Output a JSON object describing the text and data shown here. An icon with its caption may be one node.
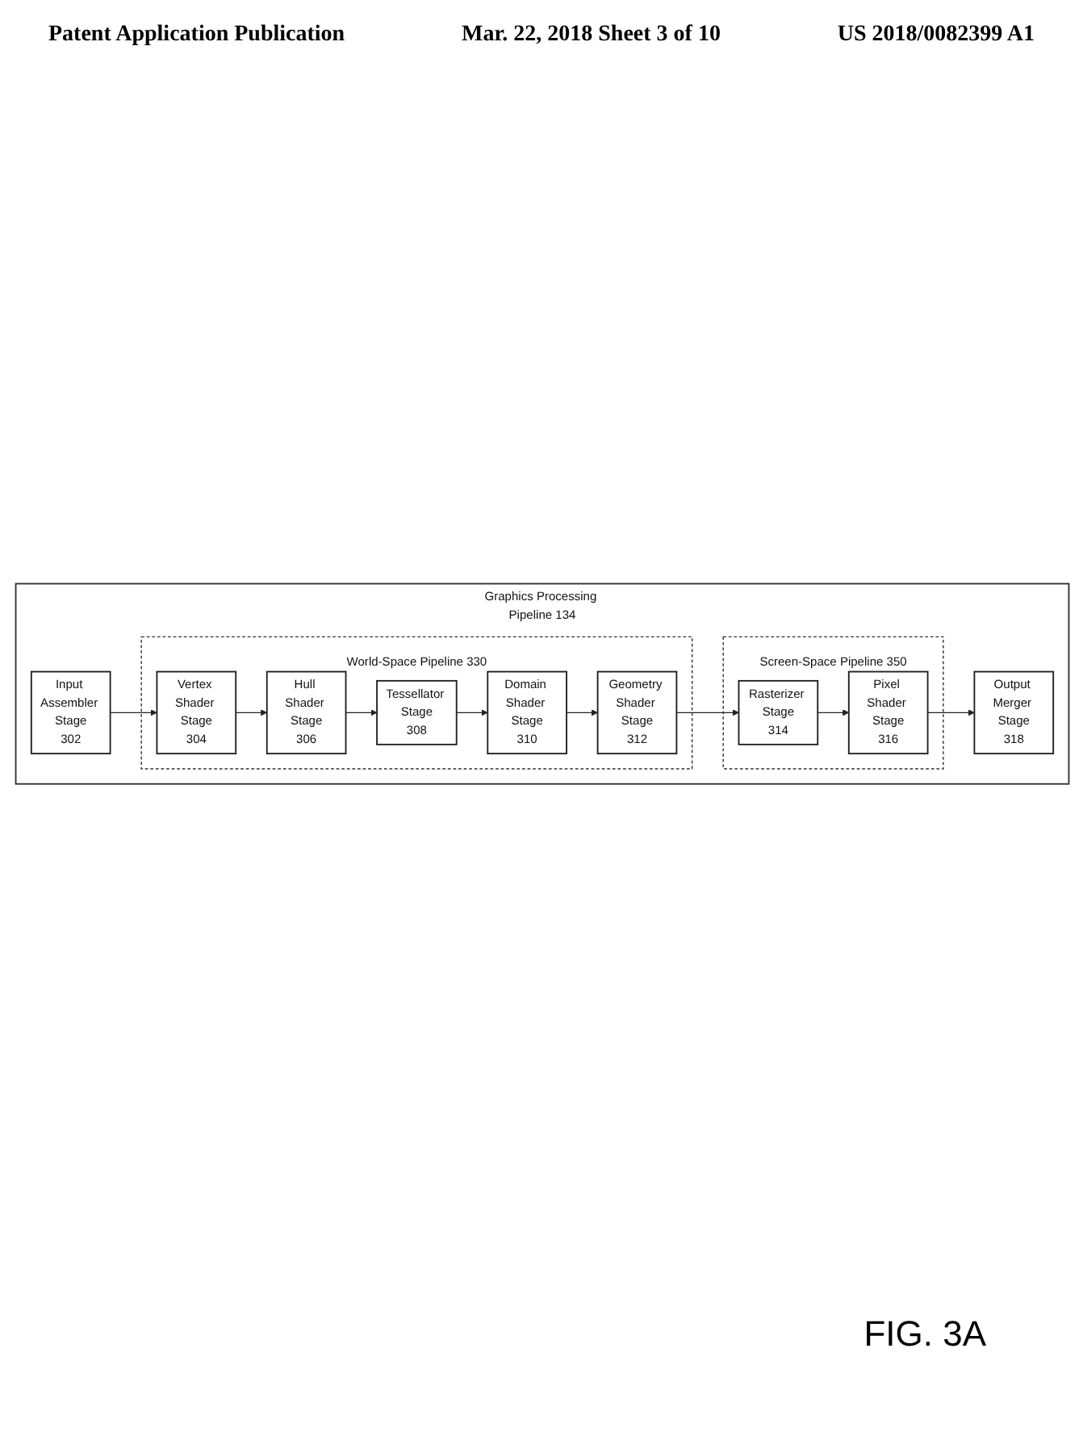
{
  "diagram": {
    "caption": "FIG. 3A",
    "nodes": [
      {
        "text": [
          "Graphics Processing Pipeline",
          "134"
        ]
      },
      {
        "text": [
          "Input Assembler Stage",
          "302"
        ],
        "in": 0
      },
      {
        "text": [
          "World-Space Pipeline",
          "330"
        ],
        "in": 0
      },
      {
        "text": [
          "Vertex Shader Stage",
          "304"
        ],
        "in": 2
      },
      {
        "text": [
          "Hull Shader Stage",
          "306"
        ],
        "in": 2
      },
      {
        "text": [
          "Tessellator Stage",
          "308"
        ],
        "in": 2
      },
      {
        "text": [
          "Domain Shader Stage",
          "310"
        ],
        "in": 2
      },
      {
        "text": [
          "Geometry Shader Stage",
          "312"
        ],
        "in": 2
      },
      {
        "text": [
          "Screen-Space Pipeline",
          "350"
        ],
        "in": 0
      },
      {
        "text": [
          "Rasterizer Stage",
          "314"
        ],
        "in": 8
      },
      {
        "text": [
          "Pixel Shader Stage",
          "316"
        ],
        "in": 8
      },
      {
        "text": [
          "Output Merger Stage",
          "318"
        ],
        "in": 0
      }
    ],
    "edges": [
      {
        "from": 1,
        "to": 3,
        "arrow": "to"
      },
      {
        "from": 3,
        "to": 4,
        "arrow": "to"
      },
      {
        "from": 4,
        "to": 5,
        "arrow": "to"
      },
      {
        "from": 5,
        "to": 6,
        "arrow": "to"
      },
      {
        "from": 6,
        "to": 7,
        "arrow": "to"
      },
      {
        "from": 7,
        "to": 9,
        "arrow": "to"
      },
      {
        "from": 9,
        "to": 10,
        "arrow": "to"
      },
      {
        "from": 10,
        "to": 11,
        "arrow": "to"
      }
    ],
    "labels": [
      "Patent Application Publication",
      "Mar. 22, 2018 Sheet 3 of 10",
      "US 2018/0082399 A1"
    ]
  }
}
